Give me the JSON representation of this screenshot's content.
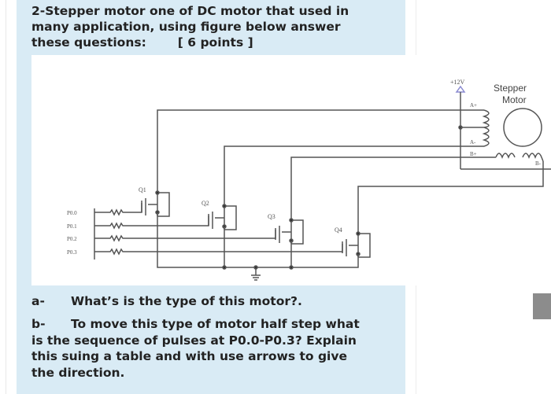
{
  "question": {
    "title_lines": [
      "2-Stepper motor one of DC motor that used in",
      "many application,  using figure below answer",
      "these questions:"
    ],
    "points": "[ 6 points ]",
    "parts": [
      {
        "label": "a-",
        "text": "What’s is the type of this motor?."
      },
      {
        "label": "b-",
        "text": "To move this type of motor half step  what",
        "continuation": [
          "is the sequence of pulses at P0.0-P0.3? Explain",
          "this suing a table and with use arrows to give",
          "the direction."
        ]
      }
    ]
  },
  "figure": {
    "supply": "+12V",
    "motor_label_1": "Stepper",
    "motor_label_2": "Motor",
    "terminals": [
      "A+",
      "A-",
      "B+",
      "B-"
    ],
    "transistors": [
      "Q1",
      "Q2",
      "Q3",
      "Q4"
    ],
    "ports": [
      "P0.0",
      "P0.1",
      "P0.2",
      "P0.3"
    ],
    "colors": {
      "wire": "#555555",
      "supply_arrow": "#8a8ad0"
    }
  }
}
